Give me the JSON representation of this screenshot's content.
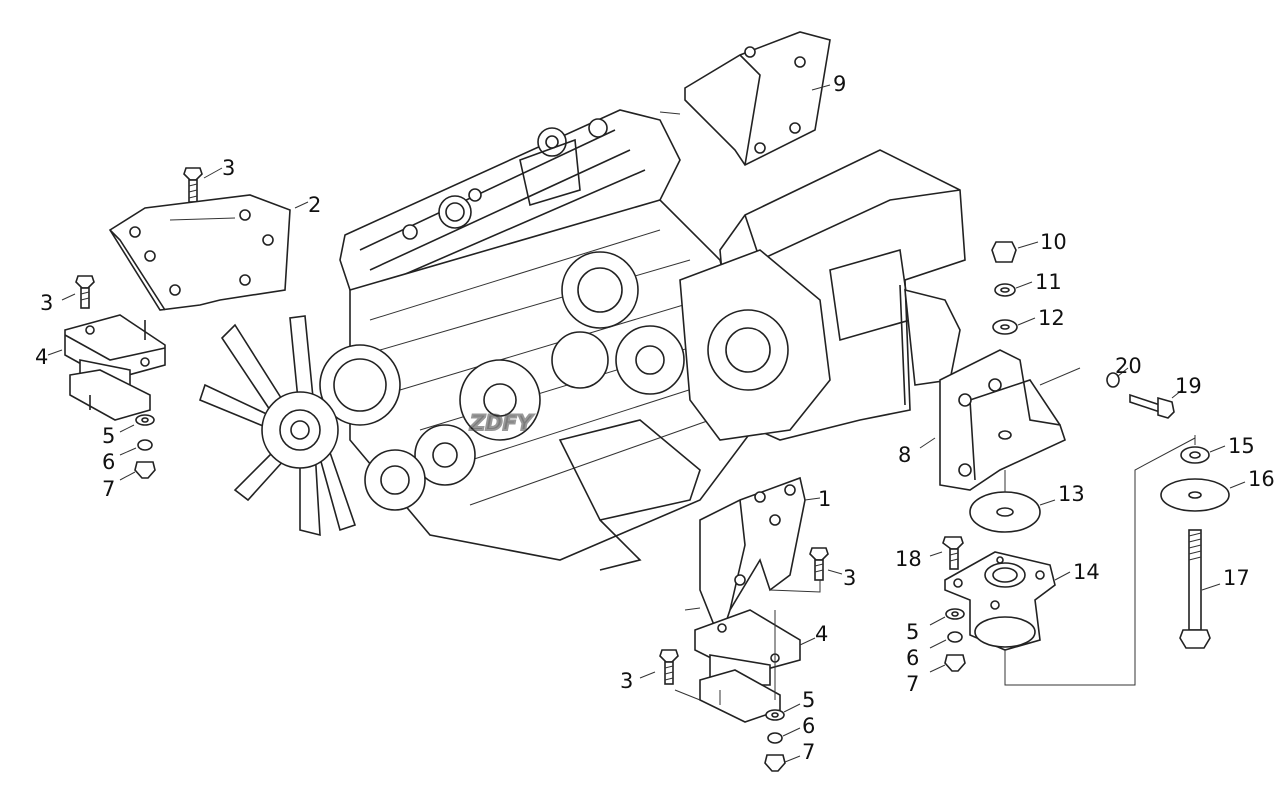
{
  "watermark": "ZDFY",
  "callouts": [
    {
      "id": "c1",
      "label": "1"
    },
    {
      "id": "c2",
      "label": "2"
    },
    {
      "id": "c3a",
      "label": "3"
    },
    {
      "id": "c3b",
      "label": "3"
    },
    {
      "id": "c3c",
      "label": "3"
    },
    {
      "id": "c3d",
      "label": "3"
    },
    {
      "id": "c4a",
      "label": "4"
    },
    {
      "id": "c4b",
      "label": "4"
    },
    {
      "id": "c5a",
      "label": "5"
    },
    {
      "id": "c5b",
      "label": "5"
    },
    {
      "id": "c5c",
      "label": "5"
    },
    {
      "id": "c6a",
      "label": "6"
    },
    {
      "id": "c6b",
      "label": "6"
    },
    {
      "id": "c6c",
      "label": "6"
    },
    {
      "id": "c7a",
      "label": "7"
    },
    {
      "id": "c7b",
      "label": "7"
    },
    {
      "id": "c7c",
      "label": "7"
    },
    {
      "id": "c8",
      "label": "8"
    },
    {
      "id": "c9",
      "label": "9"
    },
    {
      "id": "c10",
      "label": "10"
    },
    {
      "id": "c11",
      "label": "11"
    },
    {
      "id": "c12",
      "label": "12"
    },
    {
      "id": "c13",
      "label": "13"
    },
    {
      "id": "c14",
      "label": "14"
    },
    {
      "id": "c15",
      "label": "15"
    },
    {
      "id": "c16",
      "label": "16"
    },
    {
      "id": "c17",
      "label": "17"
    },
    {
      "id": "c18",
      "label": "18"
    },
    {
      "id": "c19",
      "label": "19"
    },
    {
      "id": "c20",
      "label": "20"
    }
  ]
}
